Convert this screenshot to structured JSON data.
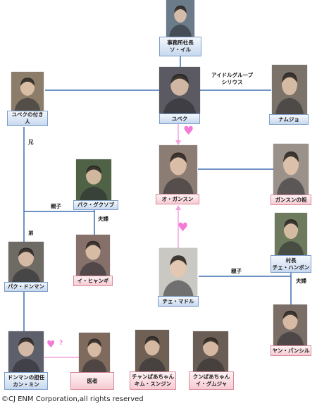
{
  "people": [
    {
      "id": "shacho",
      "line1": "事務所社長",
      "line2": "ソ・イル",
      "gender": "m"
    },
    {
      "id": "tsukibito",
      "line1": "ユベクの付き",
      "line2": "人",
      "gender": "m"
    },
    {
      "id": "yubeku",
      "line1": "ユベク",
      "line2": "",
      "gender": "m"
    },
    {
      "id": "namujo",
      "line1": "ナムジョ",
      "line2": "",
      "gender": "m"
    },
    {
      "id": "gugsup",
      "line1": "パク・グクソブ",
      "line2": "",
      "gender": "m"
    },
    {
      "id": "gansun",
      "line1": "オ・ガンスン",
      "line2": "",
      "gender": "f"
    },
    {
      "id": "sobo",
      "line1": "ガンスンの祖",
      "line2": "",
      "gender": "f"
    },
    {
      "id": "hyangi",
      "line1": "イ・ヒャンギ",
      "line2": "",
      "gender": "f"
    },
    {
      "id": "sonchou",
      "line1": "村長",
      "line2": "チェ・ハンボン",
      "gender": "m"
    },
    {
      "id": "dongman",
      "line1": "パク・ドンマン",
      "line2": "",
      "gender": "m"
    },
    {
      "id": "madol",
      "line1": "チェ・マドル",
      "line2": "",
      "gender": "m"
    },
    {
      "id": "pansil",
      "line1": "ヤン・パンシル",
      "line2": "",
      "gender": "f"
    },
    {
      "id": "tannin",
      "line1": "ドンマンの担任",
      "line2": "カン・ミン",
      "gender": "m"
    },
    {
      "id": "isha",
      "line1": "医者",
      "line2": "",
      "gender": "f"
    },
    {
      "id": "sunjin",
      "line1": "チャンばあちゃん",
      "line2": "キム・スンジン",
      "gender": "f"
    },
    {
      "id": "gumja",
      "line1": "クンばあちゃん",
      "line2": "イ・グムジャ",
      "gender": "f"
    }
  ],
  "relations": {
    "idol_group_1": "アイドルグループ",
    "idol_group_2": "シリウス",
    "brother": "兄",
    "parent_child_1": "親子",
    "spouse_1": "夫婦",
    "younger_brother": "弟",
    "parent_child_2": "親子",
    "spouse_2": "夫婦"
  },
  "symbols": {
    "heart": "♥",
    "question": "?"
  },
  "colors": {
    "line": "#3f6fb0",
    "love_line": "#f2a2dc",
    "heart": "#f47ad8"
  },
  "copyright": "©CJ ENM Corporation,all rights reserved"
}
